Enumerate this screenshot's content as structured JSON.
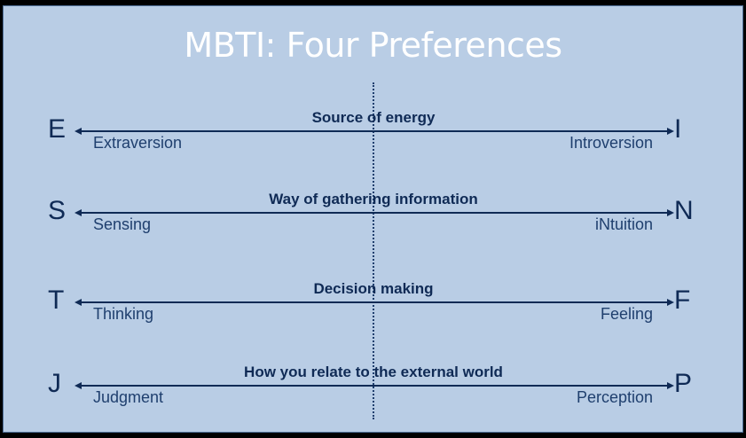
{
  "title": "MBTI:  Four Preferences",
  "rows": [
    {
      "left_letter": "E",
      "right_letter": "I",
      "dimension": "Source of energy",
      "left_label": "Extraversion",
      "right_label": "Introversion"
    },
    {
      "left_letter": "S",
      "right_letter": "N",
      "dimension": "Way of gathering information",
      "left_label": "Sensing",
      "right_label": "iNtuition"
    },
    {
      "left_letter": "T",
      "right_letter": "F",
      "dimension": "Decision making",
      "left_label": "Thinking",
      "right_label": "Feeling"
    },
    {
      "left_letter": "J",
      "right_letter": "P",
      "dimension": "How  you relate to the external world",
      "left_label": "Judgment",
      "right_label": "Perception"
    }
  ]
}
